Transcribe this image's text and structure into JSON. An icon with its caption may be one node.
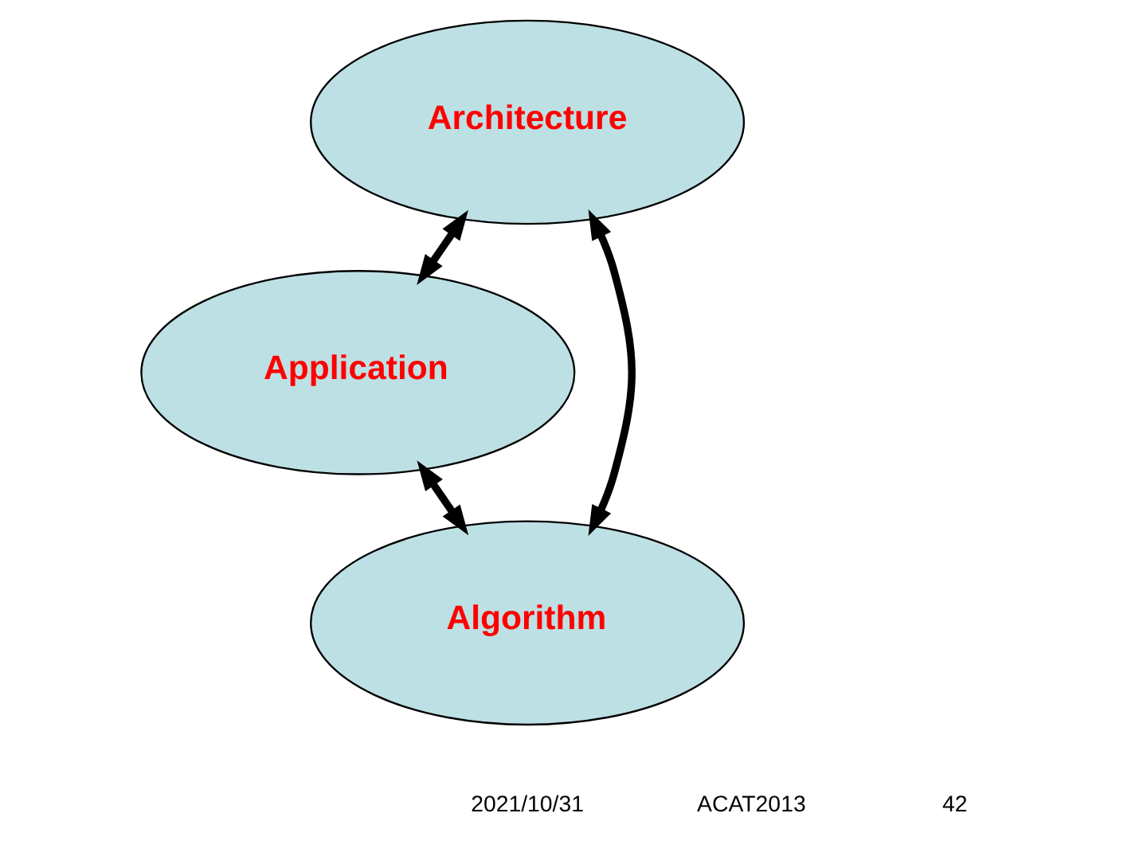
{
  "diagram": {
    "nodes": [
      {
        "text": [
          "Architecture"
        ]
      },
      {
        "text": [
          "Application"
        ]
      },
      {
        "text": [
          "Algorithm"
        ]
      }
    ],
    "edges": [
      {
        "from": 0,
        "to": 1,
        "arrow": "both"
      },
      {
        "from": 0,
        "to": 2,
        "arrow": "both"
      },
      {
        "from": 2,
        "to": 1,
        "arrow": "both"
      }
    ],
    "labels": [
      "2021/10/31",
      "ACAT2013",
      "42"
    ]
  }
}
